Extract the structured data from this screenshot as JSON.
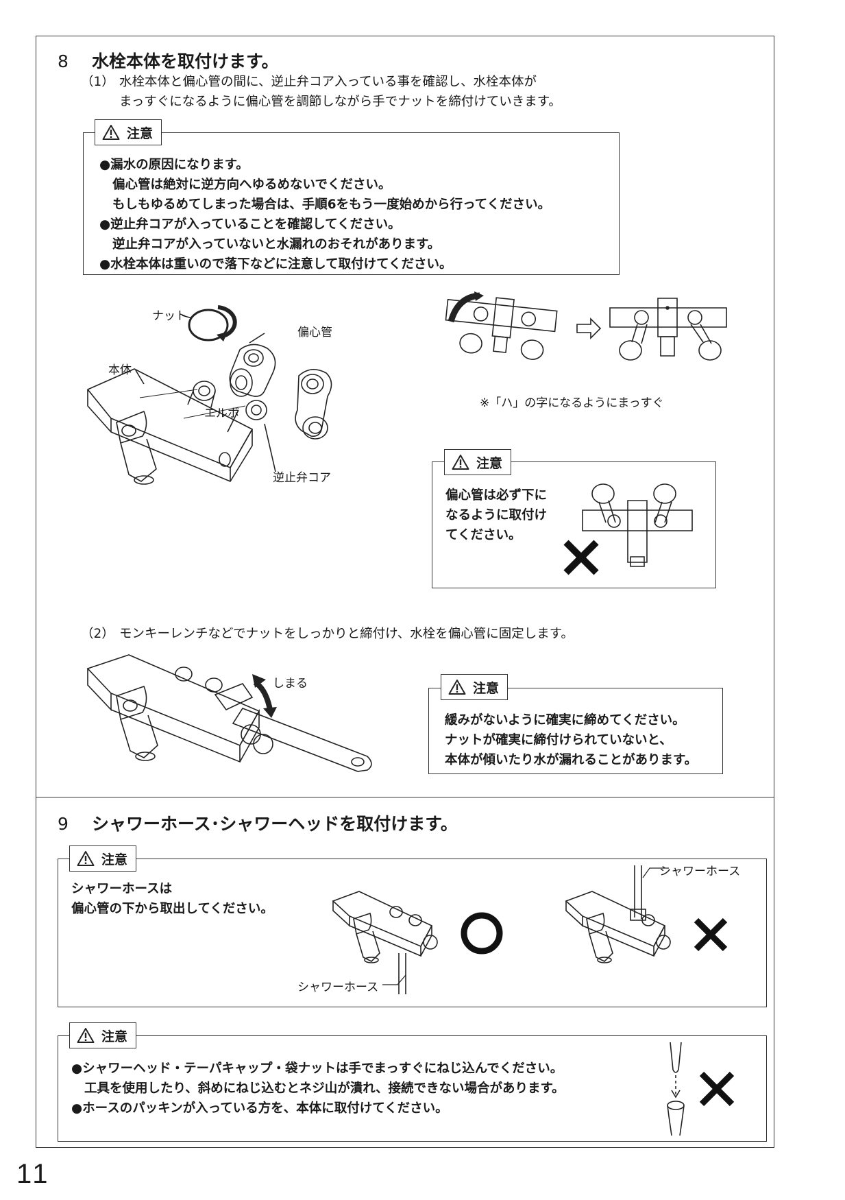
{
  "step8": {
    "number": "8",
    "title": "水栓本体を取付けます。",
    "sub1": {
      "label": "（1）",
      "line1": "水栓本体と偏心管の間に、逆止弁コア入っている事を確認し、水栓本体が",
      "line2": "まっすぐになるように偏心管を調節しながら手でナットを締付けていきます。"
    },
    "caution1": {
      "tag": "注意",
      "lines": [
        "●漏水の原因になります。",
        "偏心管は絶対に逆方向へゆるめないでください。",
        "もしもゆるめてしまった場合は、手順6をもう一度始めから行ってください。",
        "●逆止弁コアが入っていることを確認してください。",
        "逆止弁コアが入っていないと水漏れのおそれがあります。",
        "●水栓本体は重いので落下などに注意して取付けてください。"
      ]
    },
    "labels": {
      "nut": "ナット",
      "eccentric": "偏心管",
      "body": "本体",
      "elbow": "エルボ",
      "check_valve": "逆止弁コア",
      "hachi_note": "※「ハ」の字になるようにまっすぐ"
    },
    "caution2": {
      "tag": "注意",
      "lines": [
        "偏心管は必ず下に",
        "なるように取付け",
        "てください。"
      ]
    },
    "sub2": {
      "label": "（2）",
      "text": "モンキーレンチなどでナットをしっかりと締付け、水栓を偏心管に固定します。"
    },
    "tighten_label": "しまる",
    "caution3": {
      "tag": "注意",
      "lines": [
        "緩みがないように確実に締めてください。",
        "ナットが確実に締付けられていないと、",
        "本体が傾いたり水が漏れることがあります。"
      ]
    }
  },
  "step9": {
    "number": "9",
    "title": "シャワーホース･シャワーヘッドを取付けます。",
    "caution4": {
      "tag": "注意",
      "lines": [
        "シャワーホースは",
        "偏心管の下から取出してください。"
      ],
      "hose_label_bottom": "シャワーホース",
      "hose_label_top": "シャワーホース"
    },
    "caution5": {
      "tag": "注意",
      "lines": [
        "●シャワーヘッド・テーパキャップ・袋ナットは手でまっすぐにねじ込んでください。",
        "工具を使用したり、斜めにねじ込むとネジ山が潰れ、接続できない場合があります。",
        "●ホースのパッキンが入っている方を、本体に取付けてください。"
      ]
    }
  },
  "page_number": "11"
}
